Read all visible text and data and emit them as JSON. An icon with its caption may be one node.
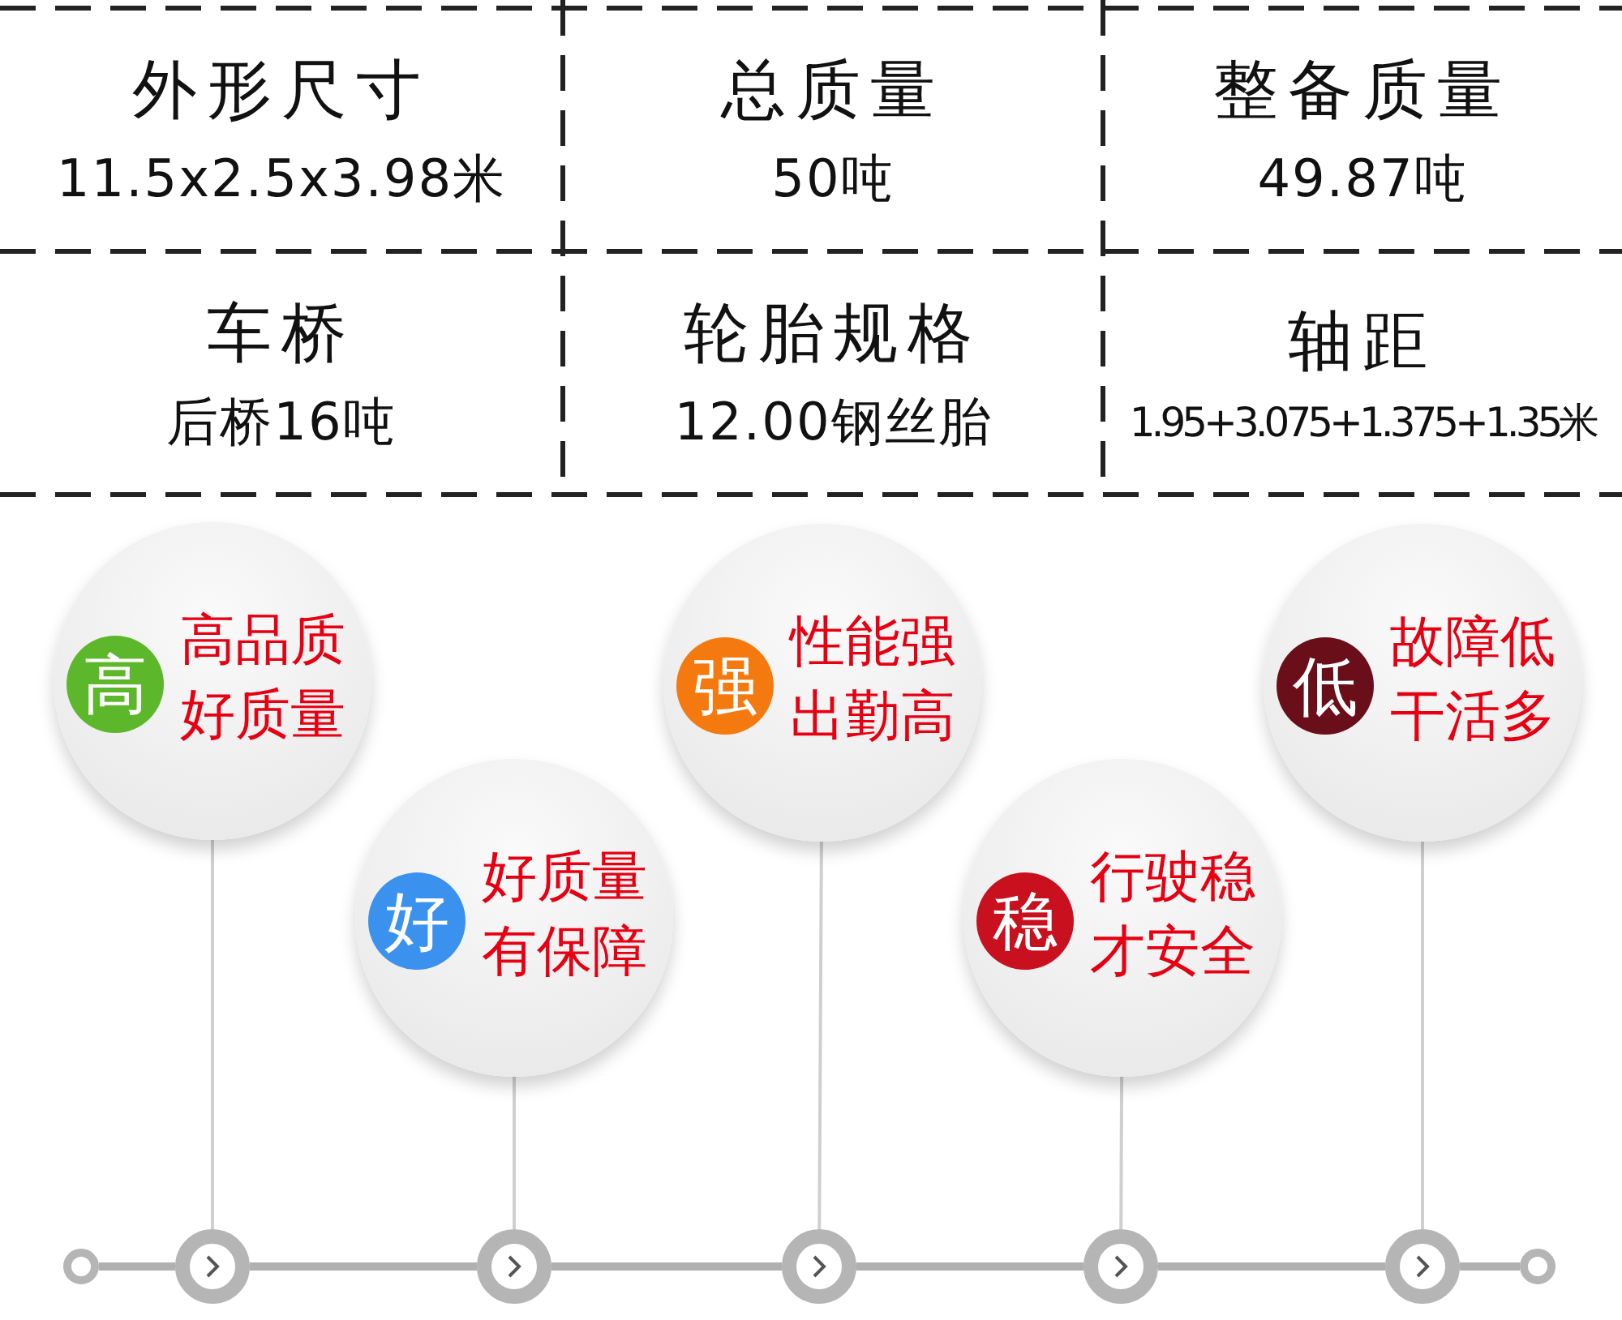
{
  "diagram": {
    "nodes": [
      {
        "text": [
          "高品质好质量"
        ]
      },
      {
        "text": [
          "高"
        ],
        "in": 0
      },
      {
        "text": [
          "好质量有保障"
        ]
      },
      {
        "text": [
          "好"
        ],
        "in": 2
      },
      {
        "text": [
          "性能强出勤高"
        ]
      },
      {
        "text": [
          "强"
        ],
        "in": 4
      },
      {
        "text": [
          "行驶稳才安全"
        ]
      },
      {
        "text": [
          "稳"
        ],
        "in": 6
      },
      {
        "text": [
          "故障低干活多"
        ]
      },
      {
        "text": [
          "低"
        ],
        "in": 8
      },
      {
        "text": [],
        "shape": "circle"
      },
      {
        "text": [],
        "shape": "circle"
      },
      {
        "text": [],
        "shape": "circle"
      },
      {
        "text": [],
        "shape": "circle"
      },
      {
        "text": [],
        "shape": "circle"
      },
      {
        "text": [],
        "shape": "circle"
      },
      {
        "text": [],
        "shape": "circle"
      }
    ],
    "edges": [
      {
        "from": 0,
        "to": 11,
        "arrow": "none"
      },
      {
        "from": 2,
        "to": 12,
        "arrow": "none"
      },
      {
        "from": 4,
        "to": 13,
        "arrow": "none"
      },
      {
        "from": 6,
        "to": 14,
        "arrow": "none"
      },
      {
        "from": 8,
        "to": 15,
        "arrow": "none"
      },
      {
        "from": 10,
        "to": 11,
        "arrow": "none"
      },
      {
        "from": 11,
        "to": 12,
        "arrow": "none"
      },
      {
        "from": 12,
        "to": 13,
        "arrow": "none"
      },
      {
        "from": 13,
        "to": 14,
        "arrow": "none"
      },
      {
        "from": 14,
        "to": 15,
        "arrow": "none"
      },
      {
        "from": 15,
        "to": 16,
        "arrow": "none"
      }
    ],
    "labels": [
      "外形尺寸",
      "11.5x2.5x3.98米",
      "总质量",
      "50吨",
      "整备质量",
      "49.87吨",
      "车桥",
      "后桥16吨",
      "轮胎规格",
      "12.00钢丝胎",
      "轴距",
      "1.95+3.075+1.375+1.35米"
    ]
  }
}
